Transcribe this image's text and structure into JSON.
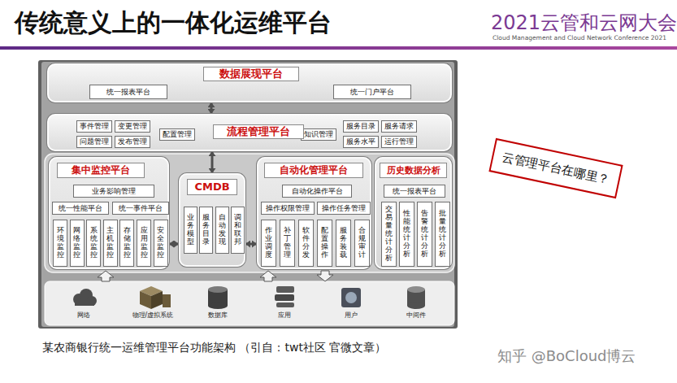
{
  "diagram": {
    "title": "传统意义上的一体化运维平台",
    "caption": "某农商银行统一运维管理平台功能架构 （引自：twt社区 官微文章）",
    "nodes": [
      {
        "text": [
          "数据展现平台"
        ]
      },
      {
        "text": [
          "统一报表平台"
        ],
        "in": 0
      },
      {
        "text": [
          "统一门户平台"
        ],
        "in": 0
      },
      {
        "text": [
          "流程管理平台"
        ]
      },
      {
        "text": [
          "事件管理"
        ],
        "in": 3
      },
      {
        "text": [
          "变更管理"
        ],
        "in": 3
      },
      {
        "text": [
          "问题管理"
        ],
        "in": 3
      },
      {
        "text": [
          "发布管理"
        ],
        "in": 3
      },
      {
        "text": [
          "配置管理"
        ],
        "in": 3
      },
      {
        "text": [
          "知识管理"
        ],
        "in": 3
      },
      {
        "text": [
          "服务目录"
        ],
        "in": 3
      },
      {
        "text": [
          "服务请求"
        ],
        "in": 3
      },
      {
        "text": [
          "服务水平"
        ],
        "in": 3
      },
      {
        "text": [
          "运行管理"
        ],
        "in": 3
      },
      {
        "text": [
          "集中监控平台"
        ]
      },
      {
        "text": [
          "业务影响管理"
        ],
        "in": 14
      },
      {
        "text": [
          "统一性能平台"
        ],
        "in": 14
      },
      {
        "text": [
          "统一事件平台"
        ],
        "in": 14
      },
      {
        "text": [
          "环境监控"
        ],
        "in": 14
      },
      {
        "text": [
          "网络监控"
        ],
        "in": 14
      },
      {
        "text": [
          "系统监控"
        ],
        "in": 14
      },
      {
        "text": [
          "主机监控"
        ],
        "in": 14
      },
      {
        "text": [
          "存储监控"
        ],
        "in": 14
      },
      {
        "text": [
          "应用监控"
        ],
        "in": 14
      },
      {
        "text": [
          "安全监控"
        ],
        "in": 14
      },
      {
        "text": [
          "CMDB"
        ]
      },
      {
        "text": [
          "业务模型"
        ],
        "in": 25
      },
      {
        "text": [
          "服务目录"
        ],
        "in": 25
      },
      {
        "text": [
          "自动发现"
        ],
        "in": 25
      },
      {
        "text": [
          "调和联邦"
        ],
        "in": 25
      },
      {
        "text": [
          "自动化管理平台"
        ]
      },
      {
        "text": [
          "自动化操作平台"
        ],
        "in": 30
      },
      {
        "text": [
          "操作权限管理"
        ],
        "in": 30
      },
      {
        "text": [
          "操作任务管理"
        ],
        "in": 30
      },
      {
        "text": [
          "作业调度"
        ],
        "in": 30
      },
      {
        "text": [
          "补丁管理"
        ],
        "in": 30
      },
      {
        "text": [
          "软件分发"
        ],
        "in": 30
      },
      {
        "text": [
          "配置操作"
        ],
        "in": 30
      },
      {
        "text": [
          "服务装载"
        ],
        "in": 30
      },
      {
        "text": [
          "合规审计"
        ],
        "in": 30
      },
      {
        "text": [
          "历史数据分析"
        ]
      },
      {
        "text": [
          "统一报表平台"
        ],
        "in": 40
      },
      {
        "text": [
          "交易量统计分析"
        ],
        "in": 40
      },
      {
        "text": [
          "性能统计分析"
        ],
        "in": 40
      },
      {
        "text": [
          "告警统计分析"
        ],
        "in": 40
      },
      {
        "text": [
          "批量统计分析"
        ],
        "in": 40
      },
      {
        "text": [
          "云管理平台在哪里？"
        ]
      }
    ],
    "edges": [
      {
        "from": 0,
        "to": 3,
        "arrow": "both"
      },
      {
        "from": 3,
        "to": 25,
        "arrow": "both"
      },
      {
        "from": 25,
        "to": 14,
        "arrow": "both"
      },
      {
        "from": 25,
        "to": 30,
        "arrow": "both"
      }
    ],
    "labels": [
      "2021云管和云网大会",
      "Cloud Management and Cloud Network Conference 2021",
      "网络",
      "物理/虚拟系统",
      "数据库",
      "应用",
      "用户",
      "中间件",
      "知乎 @BoCloud博云"
    ]
  }
}
